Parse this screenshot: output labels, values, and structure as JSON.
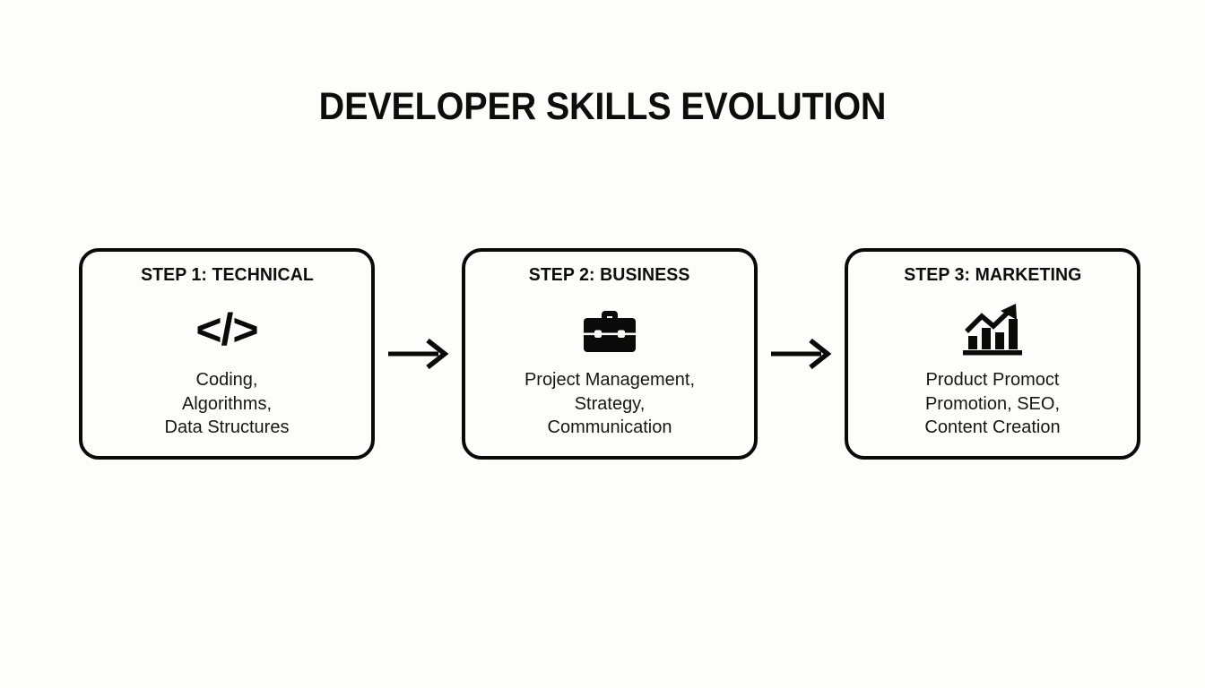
{
  "title": "DEVELOPER SKILLS EVOLUTION",
  "background_color": "#fdfdfc",
  "line_color": "#0a0a0a",
  "steps": [
    {
      "heading": "STEP 1: TECHNICAL",
      "icon": "code-brackets-icon",
      "icon_glyph": "</>",
      "desc_lines": [
        "Coding,",
        "Algorithms,",
        "Data Structures"
      ]
    },
    {
      "heading": "STEP 2: BUSINESS",
      "icon": "briefcase-icon",
      "icon_glyph": "",
      "desc_lines": [
        "Project Management,",
        "Strategy,",
        "Communication"
      ]
    },
    {
      "heading": "STEP 3: MARKETING",
      "icon": "growth-chart-icon",
      "icon_glyph": "",
      "desc_lines": [
        "Product Promoct",
        "Promotion, SEO,",
        "Content Creation"
      ]
    }
  ],
  "connectors": [
    {
      "name": "arrow-1",
      "direction": "right"
    },
    {
      "name": "arrow-2",
      "direction": "right"
    }
  ]
}
